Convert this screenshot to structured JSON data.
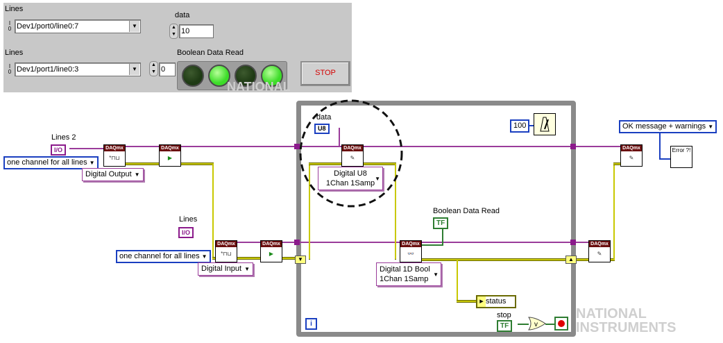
{
  "front_panel": {
    "lines1_label": "Lines",
    "lines1_value": "Dev1/port0/line0:7",
    "lines1_io": "I/O",
    "data_label": "data",
    "data_value": "10",
    "lines2_label": "Lines",
    "lines2_value": "Dev1/port1/line0:3",
    "lines2_io": "I/O",
    "index_value": "0",
    "boolean_label": "Boolean Data Read",
    "leds": [
      false,
      true,
      false,
      true
    ],
    "stop_label": "STOP"
  },
  "block_diagram": {
    "lines2_label": "Lines 2",
    "lines_label": "Lines",
    "io_const": "I/O",
    "one_channel_1": "one channel for all lines",
    "one_channel_2": "one channel for all lines",
    "digital_output": "Digital Output",
    "digital_input": "Digital Input",
    "data_label": "data",
    "u8_const": "U8",
    "write_mode_line1": "Digital U8",
    "write_mode_line2": "1Chan 1Samp",
    "read_mode_line1": "Digital 1D Bool",
    "read_mode_line2": "1Chan 1Samp",
    "boolean_data_read": "Boolean Data Read",
    "tf_const": "TF",
    "wait_value": "100",
    "ok_message": "OK message + warnings",
    "status_label": "status",
    "stop_label": "stop",
    "stop_tf": "TF",
    "iteration": "i",
    "daqmx": "DAQmx",
    "error_icon_text": "Error ?!"
  },
  "watermark": {
    "top": "NATIONAL",
    "bottom_line1": "NATIONAL",
    "bottom_line2": "INSTRUMENTS"
  },
  "colors": {
    "error_wire": "#c8c800",
    "task_wire": "#9a3b9a",
    "bool_wire": "#2e7d32",
    "numeric_wire": "#1a3fc0",
    "led_on": "#3cdc28",
    "led_off": "#1e3a14",
    "loop_border": "#8a8a8a"
  }
}
